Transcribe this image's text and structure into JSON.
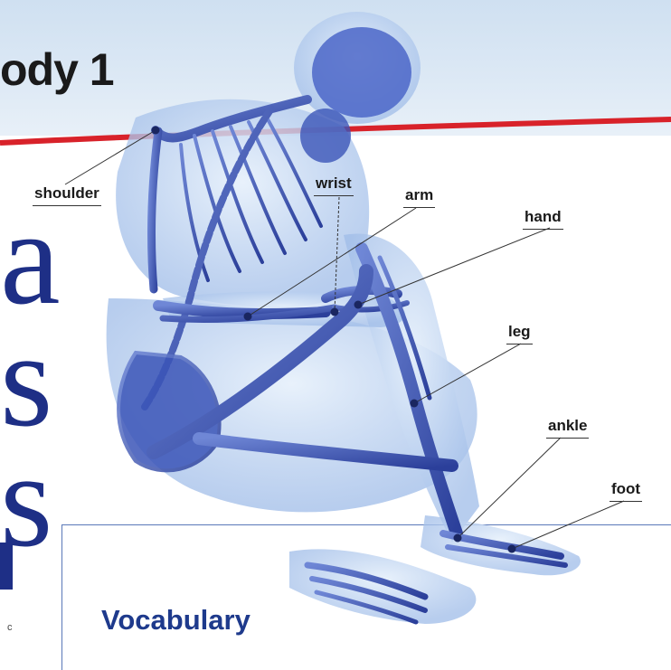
{
  "header": {
    "title": "ody 1"
  },
  "side_letters": [
    "a",
    "s",
    "s"
  ],
  "vocabulary": {
    "title": "Vocabulary"
  },
  "corner_mark": "c",
  "labels": {
    "shoulder": "shoulder",
    "wrist": "wrist",
    "arm": "arm",
    "hand": "hand",
    "leg": "leg",
    "ankle": "ankle",
    "foot": "foot"
  },
  "colors": {
    "header_band": "#d6e5f3",
    "rule_line": "#d8222a",
    "body_skin": "#b8d0ef",
    "bone": "#3b55b8",
    "side_letters": "#1e2f86",
    "vocabulary_title": "#1e3a8c"
  }
}
